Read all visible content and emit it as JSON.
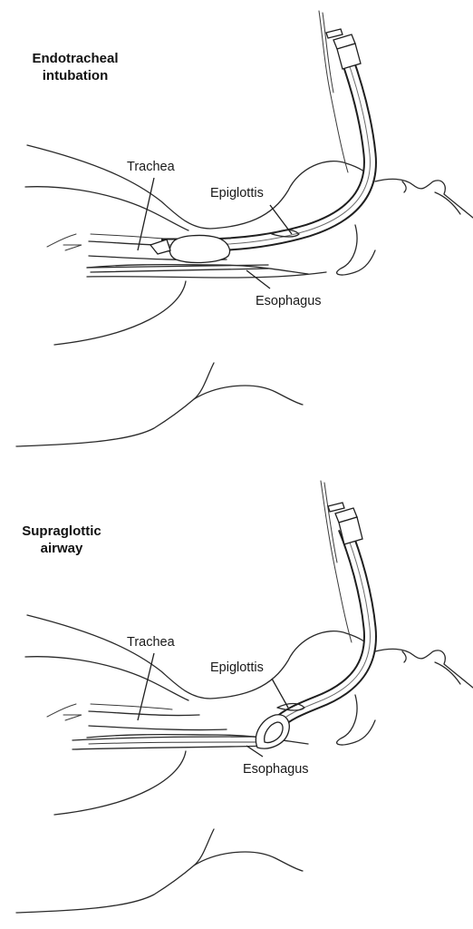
{
  "panels": [
    {
      "title_line1": "Endotracheal",
      "title_line2": "intubation",
      "labels": {
        "trachea": "Trachea",
        "epiglottis": "Epiglottis",
        "esophagus": "Esophagus"
      }
    },
    {
      "title_line1": "Supraglottic",
      "title_line2": "airway",
      "labels": {
        "trachea": "Trachea",
        "epiglottis": "Epiglottis",
        "esophagus": "Esophagus"
      }
    }
  ]
}
